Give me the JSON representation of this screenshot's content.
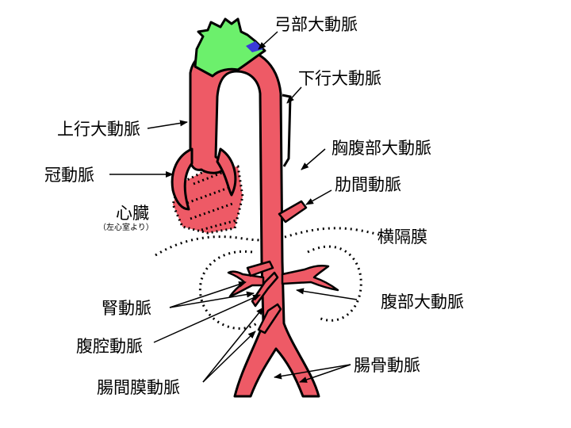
{
  "colors": {
    "artery": "#ee5a66",
    "arch_branch": "#6cf06c",
    "arch_spot": "#3a3ad8",
    "outline": "#000000"
  },
  "labels": {
    "aortic_arch": "弓部大動脈",
    "descending_aorta": "下行大動脈",
    "ascending_aorta": "上行大動脈",
    "thoracoabdominal_aorta": "胸腹部大動脈",
    "coronary_artery": "冠動脈",
    "intercostal_artery": "肋間動脈",
    "heart": "心臓",
    "heart_note": "（左心室より）",
    "diaphragm": "横隔膜",
    "renal_artery": "腎動脈",
    "abdominal_aorta": "腹部大動脈",
    "celiac_artery": "腹腔動脈",
    "iliac_artery": "腸骨動脈",
    "mesenteric_artery": "腸間膜動脈"
  }
}
